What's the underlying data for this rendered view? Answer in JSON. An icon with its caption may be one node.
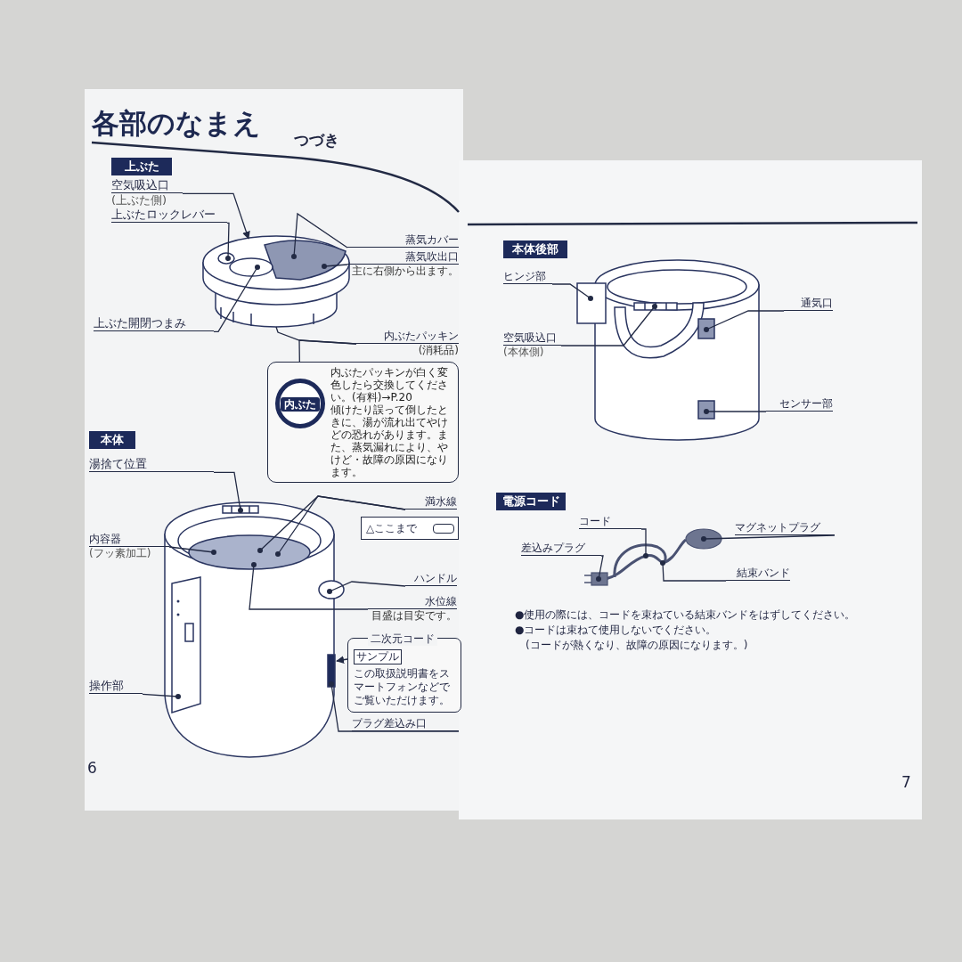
{
  "diagram": {
    "title": "各部のなまえ",
    "nodes": [
      {
        "text": [
          "上ぶた"
        ]
      },
      {
        "text": [
          "空気吸込口",
          "(上ぶた側)"
        ]
      },
      {
        "text": [
          "上ぶたロックレバー"
        ]
      },
      {
        "text": [
          "蒸気カバー"
        ]
      },
      {
        "text": [
          "蒸気吹出口"
        ],
        "beside": [
          "主に右側から出ます。"
        ]
      },
      {
        "text": [
          "上ぶた開閉つまみ"
        ]
      },
      {
        "text": [
          "内ぶたパッキン"
        ],
        "beside": [
          "(消耗品)"
        ]
      },
      {
        "text": [
          "内ぶたパッキンが白く変色したら交換してください。(有料)→P.20",
          "傾けたり誤って倒したときに、湯が流れ出てやけどの恐れがあります。また、蒸気漏れにより、やけど・故障の原因になります。"
        ]
      },
      {
        "text": [
          "内ぶた"
        ],
        "in": 7
      },
      {
        "text": [
          "本体"
        ]
      },
      {
        "text": [
          "湯捨て位置"
        ]
      },
      {
        "text": [
          "内容器",
          "(フッ素加工)"
        ]
      },
      {
        "text": [
          "満水線"
        ]
      },
      {
        "text": [
          "△ここまで"
        ]
      },
      {
        "text": [
          "ハンドル"
        ]
      },
      {
        "text": [
          "水位線"
        ],
        "beside": [
          "目盛は目安です。"
        ]
      },
      {
        "text": [
          "操作部"
        ]
      },
      {
        "text": [
          "二次元コード",
          "サンプル",
          "この取扱説明書をスマートフォンなどでご覧いただけます。"
        ]
      },
      {
        "text": [
          "プラグ差込み口"
        ]
      },
      {
        "text": [
          "本体後部"
        ]
      },
      {
        "text": [
          "ヒンジ部"
        ]
      },
      {
        "text": [
          "空気吸込口",
          "(本体側)"
        ]
      },
      {
        "text": [
          "通気口"
        ]
      },
      {
        "text": [
          "センサー部"
        ]
      },
      {
        "text": [
          "電源コード"
        ]
      },
      {
        "text": [
          "コード"
        ]
      },
      {
        "text": [
          "マグネットプラグ"
        ]
      },
      {
        "text": [
          "差込みプラグ"
        ]
      },
      {
        "text": [
          "結束バンド"
        ]
      },
      {
        "text": [],
        "shape": "picture"
      },
      {
        "text": [],
        "shape": "picture"
      },
      {
        "text": [],
        "shape": "picture"
      },
      {
        "text": [],
        "shape": "picture"
      }
    ],
    "edges": [
      {
        "from": 1,
        "to": 29,
        "arrow": "to"
      },
      {
        "from": 2,
        "to": 29,
        "arrow": "other"
      },
      {
        "from": 3,
        "to": 29,
        "arrow": "other"
      },
      {
        "from": 4,
        "to": 29,
        "arrow": "other"
      },
      {
        "from": 5,
        "to": 29,
        "arrow": "other"
      },
      {
        "from": 6,
        "to": 29,
        "arrow": "none"
      },
      {
        "from": 6,
        "to": 8,
        "arrow": "other"
      },
      {
        "from": 10,
        "to": 30,
        "arrow": "other"
      },
      {
        "from": 11,
        "to": 30,
        "arrow": "other"
      },
      {
        "from": 12,
        "to": 30,
        "arrow": "other"
      },
      {
        "from": 12,
        "to": 30,
        "arrow": "other"
      },
      {
        "from": 14,
        "to": 30,
        "arrow": "other"
      },
      {
        "from": 15,
        "to": 30,
        "arrow": "other"
      },
      {
        "from": 16,
        "to": 30,
        "arrow": "other"
      },
      {
        "from": 17,
        "to": 30,
        "arrow": "to"
      },
      {
        "from": 18,
        "to": 30,
        "arrow": "other"
      },
      {
        "from": 20,
        "to": 31,
        "arrow": "other"
      },
      {
        "from": 21,
        "to": 31,
        "arrow": "other"
      },
      {
        "from": 22,
        "to": 31,
        "arrow": "other"
      },
      {
        "from": 23,
        "to": 31,
        "arrow": "other"
      },
      {
        "from": 25,
        "to": 32,
        "arrow": "other"
      },
      {
        "from": 26,
        "to": 32,
        "arrow": "other"
      },
      {
        "from": 27,
        "to": 32,
        "arrow": "other"
      },
      {
        "from": 28,
        "to": 32,
        "arrow": "other"
      }
    ],
    "labels": [
      "つづき",
      "6",
      "●使用の際には、コードを束ねている結束バンドをはずしてください。",
      "●コードは束ねて使用しないでください。",
      "(コードが熱くなり、故障の原因になります。)",
      "7"
    ]
  }
}
